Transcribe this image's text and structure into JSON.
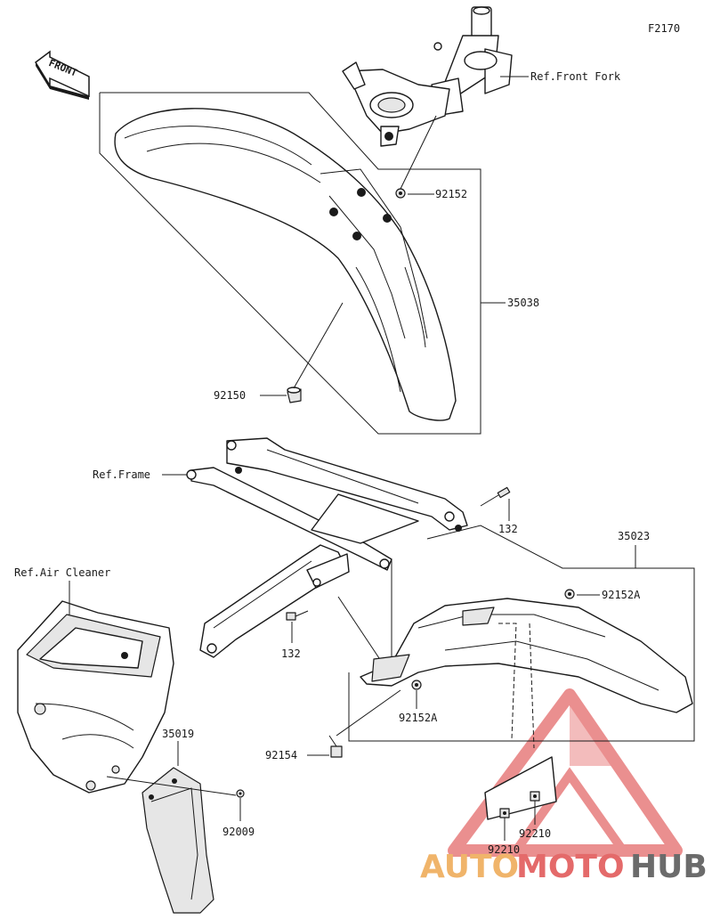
{
  "diagram_code": "F2170",
  "front_arrow": {
    "label": "FRONT"
  },
  "refs": {
    "front_fork": "Ref.Front Fork",
    "frame": "Ref.Frame",
    "air_cleaner": "Ref.Air Cleaner"
  },
  "parts": {
    "front_fender": "35038",
    "rear_fender": "35023",
    "mud_flap": "35019",
    "nut_92152": "92152",
    "nut_92150": "92150",
    "bolt_132_upper": "132",
    "bolt_132_lower": "132",
    "nut_92152a_upper": "92152A",
    "nut_92152a_lower": "92152A",
    "bolt_92154": "92154",
    "screw_92009": "92009",
    "nut_92210_right": "92210",
    "nut_92210_left": "92210"
  },
  "watermark": {
    "word_a": "AUTO",
    "word_b": "MOTO",
    "word_c": "HUB",
    "color_a": "#f0b46a",
    "color_b": "#e46a6a",
    "color_c": "#6b6b6b"
  }
}
